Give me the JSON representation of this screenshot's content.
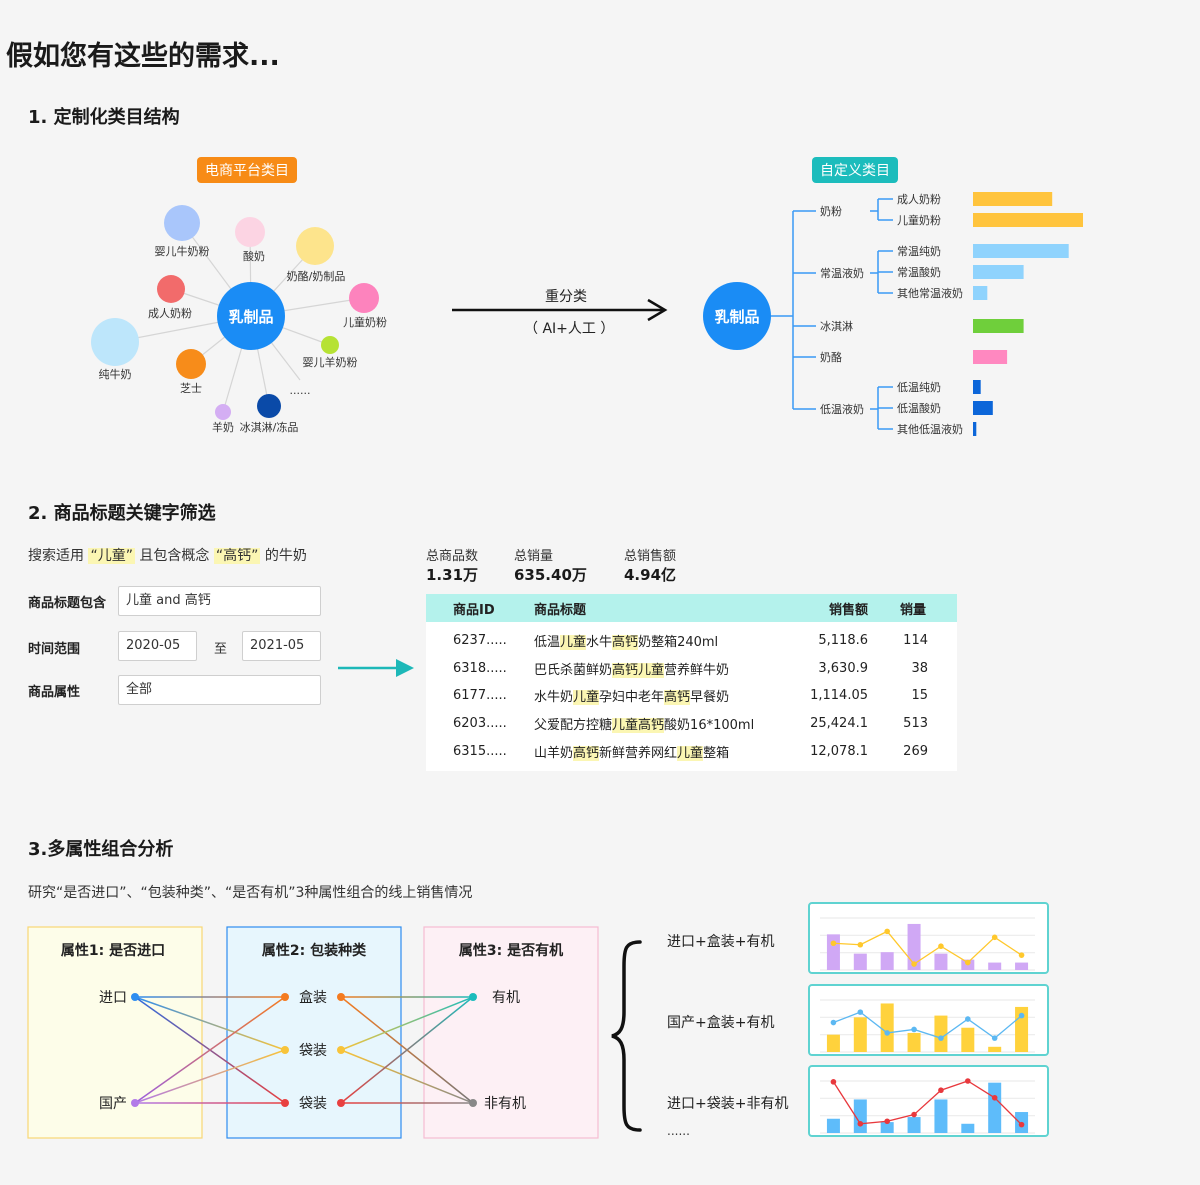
{
  "page": {
    "title": "假如您有这些的需求..."
  },
  "section1": {
    "title": "1. 定制化类目结构",
    "left_tag": "电商平台类目",
    "right_tag": "自定义类目",
    "center_node": "乳制品",
    "bubbles": [
      {
        "label": "婴儿牛奶粉",
        "color": "#a9c6fb"
      },
      {
        "label": "酸奶",
        "color": "#fcd4e3"
      },
      {
        "label": "奶酪/奶制品",
        "color": "#fde48c"
      },
      {
        "label": "成人奶粉",
        "color": "#f26b6b"
      },
      {
        "label": "儿童奶粉",
        "color": "#fd83bd"
      },
      {
        "label": "纯牛奶",
        "color": "#bde6fb"
      },
      {
        "label": "婴儿羊奶粉",
        "color": "#b6e234"
      },
      {
        "label": "芝士",
        "color": "#f78c1a"
      },
      {
        "label": "......",
        "color": ""
      },
      {
        "label": "羊奶",
        "color": "#d4aef3"
      },
      {
        "label": "冰淇淋/冻品",
        "color": "#0a4aa8"
      }
    ],
    "arrow": {
      "top_label": "重分类",
      "bottom_label": "（ AI+人工 ）"
    },
    "tree": {
      "root": "乳制品",
      "groups": [
        {
          "label": "奶粉",
          "children": [
            {
              "label": "成人奶粉",
              "value": 0.72,
              "color": "#ffc43d"
            },
            {
              "label": "儿童奶粉",
              "value": 1.0,
              "color": "#ffc43d"
            }
          ]
        },
        {
          "label": "常温液奶",
          "children": [
            {
              "label": "常温纯奶",
              "value": 0.87,
              "color": "#8fd3fd"
            },
            {
              "label": "常温酸奶",
              "value": 0.46,
              "color": "#8fd3fd"
            },
            {
              "label": "其他常温液奶",
              "value": 0.13,
              "color": "#8fd3fd"
            }
          ]
        },
        {
          "label": "冰淇淋",
          "children": [],
          "value": 0.46,
          "color": "#6fcf3b"
        },
        {
          "label": "奶酪",
          "children": [],
          "value": 0.31,
          "color": "#ff88c0"
        },
        {
          "label": "低温液奶",
          "children": [
            {
              "label": "低温纯奶",
              "value": 0.07,
              "color": "#0c66d9"
            },
            {
              "label": "低温酸奶",
              "value": 0.18,
              "color": "#0c66d9"
            },
            {
              "label": "其他低温液奶",
              "value": 0.03,
              "color": "#0c66d9"
            }
          ]
        }
      ]
    }
  },
  "section2": {
    "title": "2. 商品标题关键字筛选",
    "desc_parts": [
      "搜索适用",
      "“儿童”",
      "且包含概念",
      "“高钙”",
      "的牛奶"
    ],
    "form": {
      "title_label": "商品标题包含",
      "title_value": "儿童 and 高钙",
      "time_label": "时间范围",
      "time_from": "2020-05",
      "time_sep": "至",
      "time_to": "2021-05",
      "attr_label": "商品属性",
      "attr_value": "全部"
    },
    "kpis": [
      {
        "label": "总商品数",
        "value": "1.31万"
      },
      {
        "label": "总销量",
        "value": "635.40万"
      },
      {
        "label": "总销售额",
        "value": "4.94亿"
      }
    ],
    "table": {
      "headers": [
        "商品ID",
        "商品标题",
        "销售额",
        "销量"
      ],
      "rows": [
        {
          "id": "6237.....",
          "title": [
            [
              "低温",
              false
            ],
            [
              "儿童",
              true
            ],
            [
              "水牛",
              false
            ],
            [
              "高钙",
              true
            ],
            [
              "奶整箱240ml",
              false
            ]
          ],
          "amount": "5,118.6",
          "qty": "114"
        },
        {
          "id": "6318.....",
          "title": [
            [
              "巴氏杀菌鲜奶",
              false
            ],
            [
              "高钙",
              true
            ],
            [
              "儿童",
              true
            ],
            [
              "营养鲜牛奶",
              false
            ]
          ],
          "amount": "3,630.9",
          "qty": "38"
        },
        {
          "id": "6177.....",
          "title": [
            [
              "水牛奶",
              false
            ],
            [
              "儿童",
              true
            ],
            [
              "孕妇中老年",
              false
            ],
            [
              "高钙",
              true
            ],
            [
              "早餐奶",
              false
            ]
          ],
          "amount": "1,114.05",
          "qty": "15"
        },
        {
          "id": "6203.....",
          "title": [
            [
              "父爱配方控糖",
              false
            ],
            [
              "儿童",
              true
            ],
            [
              "高钙",
              true
            ],
            [
              "酸奶16*100ml",
              false
            ]
          ],
          "amount": "25,424.1",
          "qty": "513"
        },
        {
          "id": "6315.....",
          "title": [
            [
              "山羊奶",
              false
            ],
            [
              "高钙",
              true
            ],
            [
              "新鲜营养网红",
              false
            ],
            [
              "儿童",
              true
            ],
            [
              "整箱",
              false
            ]
          ],
          "amount": "12,078.1",
          "qty": "269"
        }
      ]
    }
  },
  "section3": {
    "title": "3.多属性组合分析",
    "desc": "研究“是否进口”、“包装种类”、“是否有机”3种属性组合的线上销售情况",
    "attr_boxes": [
      {
        "title": "属性1: 是否进口",
        "items": [
          "进口",
          "国产"
        ]
      },
      {
        "title": "属性2: 包装种类",
        "items": [
          "盒装",
          "袋装",
          "袋装"
        ]
      },
      {
        "title": "属性3: 是否有机",
        "items": [
          "有机",
          "非有机"
        ]
      }
    ],
    "combos": [
      "进口+盒装+有机",
      "国产+盒装+有机",
      "进口+袋装+非有机"
    ],
    "combos_more": "......"
  },
  "chart_data": [
    {
      "type": "bar",
      "title": "进口+盒装+有机",
      "categories": [
        "1",
        "2",
        "3",
        "4",
        "5",
        "6",
        "7",
        "8"
      ],
      "series": [
        {
          "name": "bars",
          "type": "bar",
          "color": "#d0a8f5",
          "values": [
            2.4,
            1.1,
            1.2,
            3.1,
            1.1,
            0.7,
            0.5,
            0.5
          ]
        },
        {
          "name": "line",
          "type": "line",
          "color": "#ffc82c",
          "values": [
            1.8,
            1.7,
            2.6,
            0.4,
            1.6,
            0.5,
            2.2,
            1.0
          ]
        }
      ],
      "ylim": [
        0,
        3.5
      ],
      "grid": true
    },
    {
      "type": "bar",
      "title": "国产+盒装+有机",
      "categories": [
        "1",
        "2",
        "3",
        "4",
        "5",
        "6",
        "7",
        "8"
      ],
      "series": [
        {
          "name": "bars",
          "type": "bar",
          "color": "#ffd23c",
          "values": [
            1.0,
            2.0,
            2.8,
            1.1,
            2.1,
            1.4,
            0.3,
            2.6
          ]
        },
        {
          "name": "line",
          "type": "line",
          "color": "#5cb8f2",
          "values": [
            1.7,
            2.3,
            1.1,
            1.3,
            0.8,
            1.9,
            0.8,
            2.1
          ]
        }
      ],
      "ylim": [
        0,
        3.0
      ],
      "grid": true
    },
    {
      "type": "bar",
      "title": "进口+袋装+非有机",
      "categories": [
        "1",
        "2",
        "3",
        "4",
        "5",
        "6",
        "7",
        "8"
      ],
      "series": [
        {
          "name": "bars",
          "type": "bar",
          "color": "#5ebcfa",
          "values": [
            0.85,
            2.0,
            0.65,
            0.95,
            2.0,
            0.55,
            3.0,
            1.25
          ]
        },
        {
          "name": "line",
          "type": "line",
          "color": "#e8383d",
          "values": [
            3.05,
            0.55,
            0.7,
            1.1,
            2.55,
            3.1,
            2.1,
            0.5
          ]
        }
      ],
      "ylim": [
        0,
        3.1
      ],
      "grid": true
    }
  ]
}
